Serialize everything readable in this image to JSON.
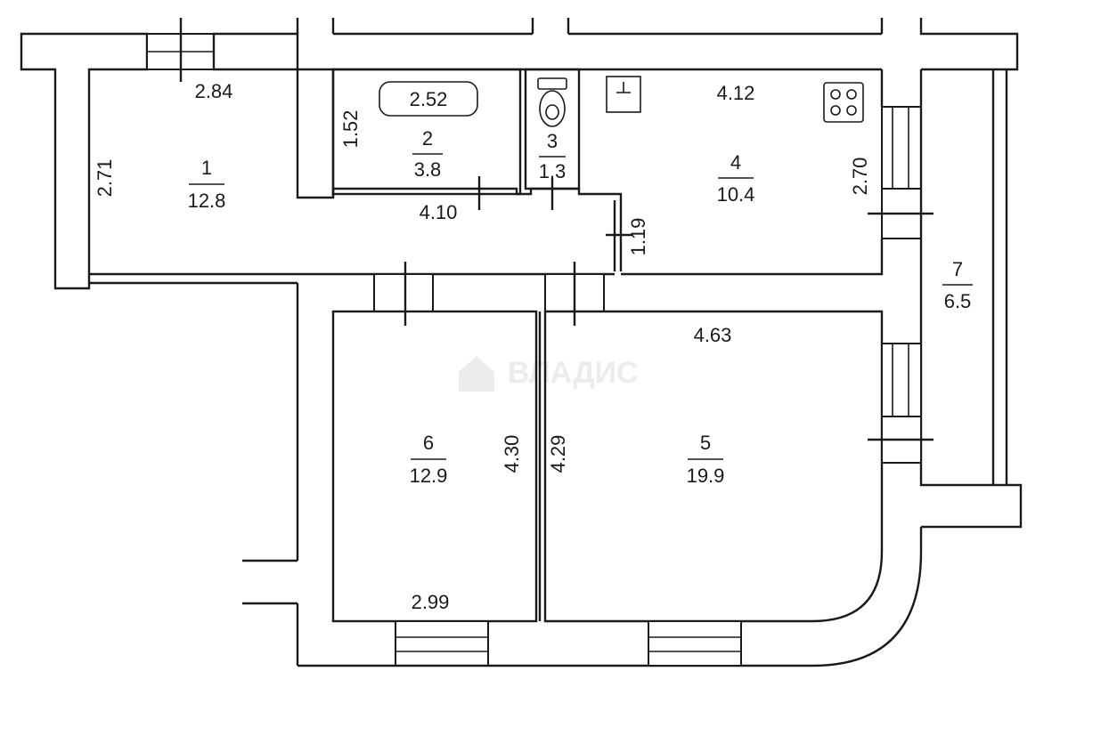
{
  "rooms": [
    {
      "number": "1",
      "area": "12.8"
    },
    {
      "number": "2",
      "area": "3.8"
    },
    {
      "number": "3",
      "area": "1.3"
    },
    {
      "number": "4",
      "area": "10.4"
    },
    {
      "number": "5",
      "area": "19.9"
    },
    {
      "number": "6",
      "area": "12.9"
    },
    {
      "number": "7",
      "area": "6.5"
    }
  ],
  "dimensions": {
    "room1_width": "2.84",
    "room1_depth": "2.71",
    "room2_width": "2.52",
    "room2_depth": "1.52",
    "hall_length": "4.10",
    "hall_width": "1.19",
    "room4_width": "4.12",
    "room4_depth": "2.70",
    "room5_width": "4.63",
    "room5_depth": "4.29",
    "room6_depth": "4.30",
    "room6_width": "2.99"
  },
  "watermark": {
    "text": "ВЛАДИС"
  },
  "colors": {
    "lines": "#1a1a1a",
    "background": "#ffffff",
    "watermark": "#ececec"
  }
}
